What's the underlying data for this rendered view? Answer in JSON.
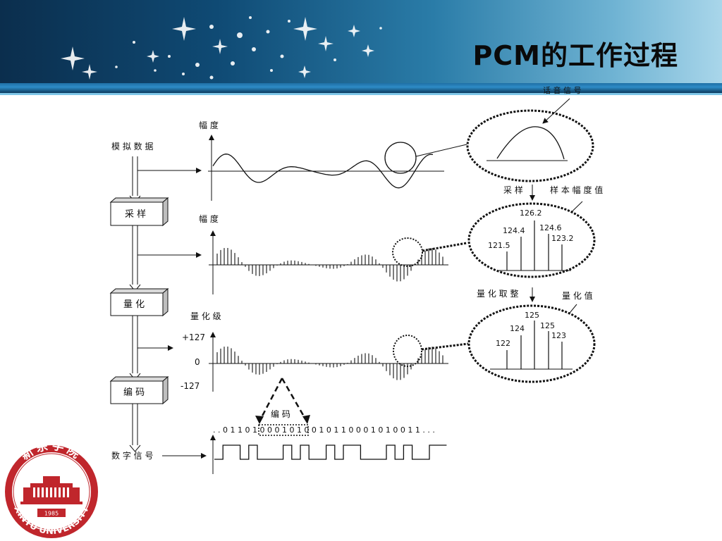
{
  "slide": {
    "title": "PCM的工作过程"
  },
  "flow": {
    "analog_data": "模 拟 数 据",
    "step_sample": "采 样",
    "step_quantize": "量 化",
    "step_encode": "编 码",
    "digital_signal": "数 字 信 号"
  },
  "axes": {
    "amplitude_1": "幅 度",
    "amplitude_2": "幅 度",
    "quant_level": "量 化 级",
    "plus127": "+127",
    "zero": "0",
    "minus127": "-127"
  },
  "callouts": {
    "voice_signal": "话 音 信 号",
    "sample": "采 样",
    "sample_amplitude": "样 本 幅 度 值",
    "quantize_round": "量 化 取 整",
    "quantized_value": "量 化 值",
    "encode": "编 码",
    "bitstream": ". . 0 1 1 0 1 0 0 0 1 0 1 0 0 1 0 1 1 0 0 0 1 0 1 0 0 1 1 . . ."
  },
  "samples": {
    "v1": "121.5",
    "v2": "124.4",
    "v3": "126.2",
    "v4": "124.6",
    "v5": "123.2"
  },
  "quantized": {
    "q1": "122",
    "q2": "124",
    "q3": "125",
    "q4": "125",
    "q5": "123"
  },
  "logo": {
    "name_cn": "新余学院",
    "year": "1985",
    "name_en": "XINYU UNIVERSITY"
  },
  "colors": {
    "header_dark": "#0b2e4d",
    "header_light": "#a9d6ea",
    "logo_red": "#c0262c"
  }
}
